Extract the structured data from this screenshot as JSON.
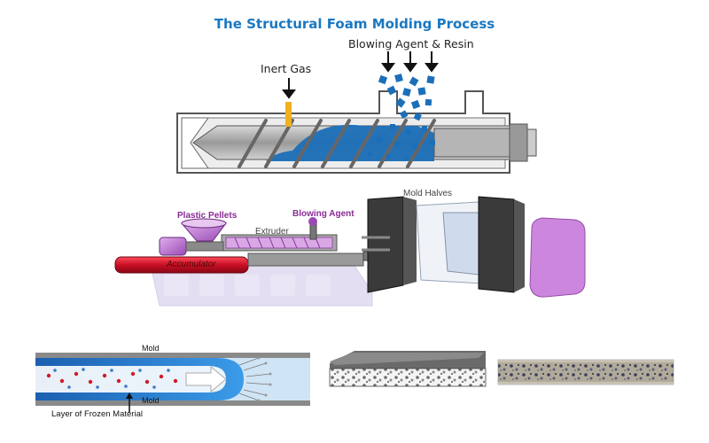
{
  "title": "The Structural Foam Molding Process",
  "top_diagram": {
    "inert_gas_label": "Inert Gas",
    "blowing_agent_resin_label": "Blowing Agent & Resin"
  },
  "machine_diagram": {
    "mold_halves_label": "Mold Halves",
    "plastic_pellets_label": "Plastic Pellets",
    "blowing_agent_label": "Blowing Agent",
    "extruder_label": "Extruder",
    "accumulator_label": "Accumulator"
  },
  "flow_diagram": {
    "mold_top_label": "Mold",
    "mold_bottom_label": "Mold",
    "frozen_layer_label": "Layer of Frozen Material"
  },
  "colors": {
    "title_blue": "#1a78c2",
    "resin_blue": "#1b6fb8",
    "inert_gas_orange": "#f0b020",
    "pellet_purple": "#a24bb8",
    "accumulator_red": "#d0142a"
  }
}
